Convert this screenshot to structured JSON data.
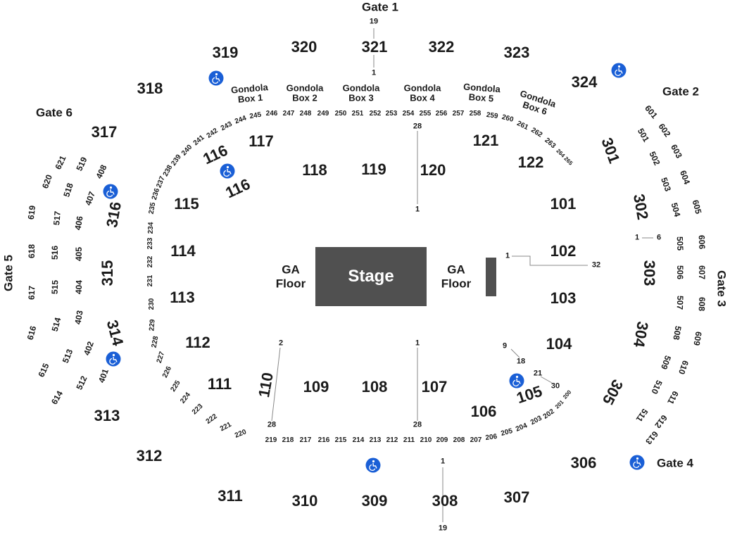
{
  "gates": {
    "gate1": "Gate 1",
    "gate2": "Gate 2",
    "gate3": "Gate 3",
    "gate4": "Gate 4",
    "gate5": "Gate 5",
    "gate6": "Gate 6"
  },
  "stage": {
    "label": "Stage"
  },
  "ga_floor": {
    "left": "GA Floor",
    "right": "GA Floor"
  },
  "gondola_boxes": [
    "Gondola Box 1",
    "Gondola Box 2",
    "Gondola Box 3",
    "Gondola Box 4",
    "Gondola Box 5",
    "Gondola Box 6"
  ],
  "sections_100": [
    "101",
    "102",
    "103",
    "104",
    "105",
    "106",
    "107",
    "108",
    "109",
    "110",
    "111",
    "112",
    "113",
    "114",
    "115",
    "116",
    "116",
    "117",
    "118",
    "119",
    "120",
    "121",
    "122"
  ],
  "sections_200_top": [
    "245",
    "246",
    "247",
    "248",
    "249",
    "250",
    "251",
    "252",
    "253",
    "254",
    "255",
    "256",
    "257",
    "258",
    "259",
    "260",
    "261",
    "262",
    "263",
    "264",
    "265"
  ],
  "sections_200_left_top": [
    "244",
    "243",
    "242",
    "241",
    "240",
    "239",
    "238",
    "237",
    "236",
    "235",
    "234",
    "233",
    "232",
    "231",
    "230",
    "229",
    "228",
    "227",
    "226",
    "225",
    "224",
    "223",
    "222",
    "221",
    "220"
  ],
  "sections_200_bottom": [
    "219",
    "218",
    "217",
    "216",
    "215",
    "214",
    "213",
    "212",
    "211",
    "210",
    "209",
    "208",
    "207",
    "206",
    "205",
    "204",
    "203",
    "202",
    "201",
    "200"
  ],
  "sections_300": [
    "301",
    "302",
    "303",
    "304",
    "305",
    "306",
    "307",
    "308",
    "309",
    "310",
    "311",
    "312",
    "313",
    "314",
    "315",
    "316",
    "317",
    "318",
    "319",
    "320",
    "321",
    "322",
    "323",
    "324"
  ],
  "sections_400": [
    "401",
    "402",
    "403",
    "404",
    "405",
    "406",
    "407",
    "408"
  ],
  "sections_500": [
    "501",
    "502",
    "503",
    "504",
    "505",
    "506",
    "507",
    "508",
    "509",
    "510",
    "511",
    "512",
    "513",
    "514",
    "515",
    "516",
    "517",
    "518",
    "519"
  ],
  "sections_600": [
    "601",
    "602",
    "603",
    "604",
    "605",
    "606",
    "607",
    "608",
    "609",
    "610",
    "611",
    "612",
    "613",
    "614",
    "615",
    "616",
    "617",
    "618",
    "619",
    "620",
    "621"
  ],
  "row_labels": {
    "gate1_top": "19",
    "gate1_bottom": "1",
    "s120_top": "28",
    "s120_bottom": "1",
    "s102_start": "1",
    "s102_end": "32",
    "s104_start": "9",
    "s104_end": "18",
    "s105_start": "21",
    "s105_end": "30",
    "s110_top": "2",
    "s110_bottom": "28",
    "s107_top": "1",
    "s107_bottom": "28",
    "s308_top": "1",
    "s308_bottom": "19",
    "s505_left": "1",
    "s505_right": "6"
  },
  "icons": [
    "wheelchair-icon"
  ]
}
